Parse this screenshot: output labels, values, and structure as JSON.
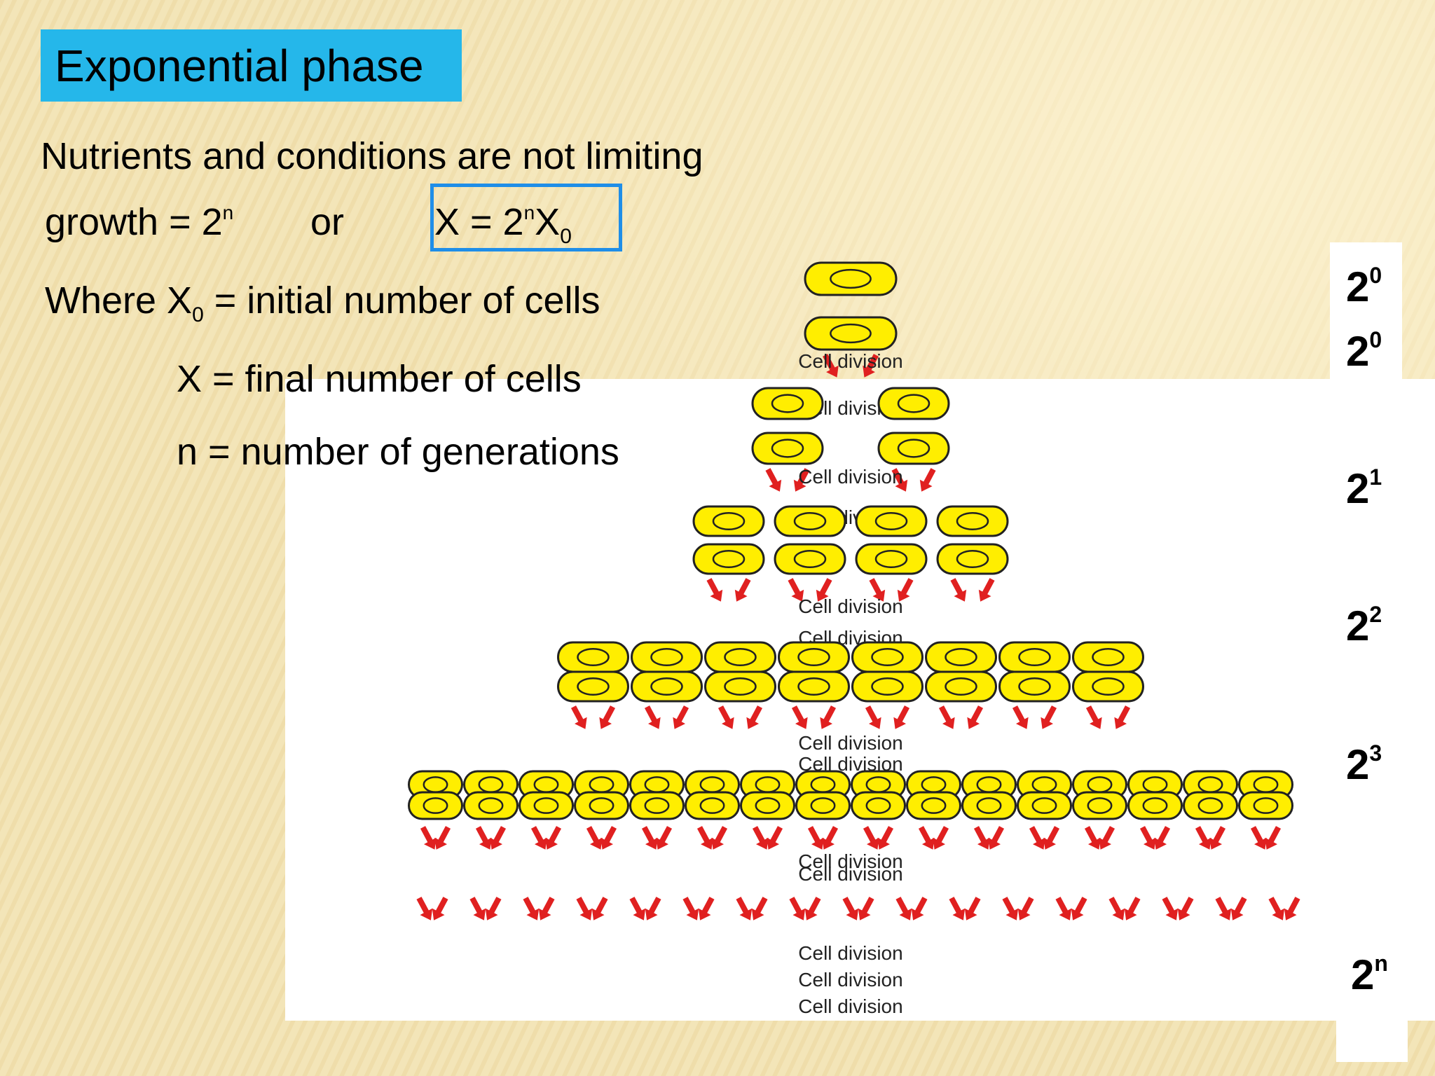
{
  "title": "Exponential phase",
  "lines": {
    "nutrients": "Nutrients and conditions are not limiting",
    "growth_prefix": "growth = 2",
    "growth_exp": "n",
    "or": "or",
    "formula": {
      "x": "X = 2",
      "exp": "n",
      "x2": "X",
      "sub": "0"
    },
    "where_prefix": "Where X",
    "where_sub": "0",
    "where_rest": " = initial number of cells",
    "final": "X  = final number of cells",
    "generations": "n = number of generations"
  },
  "diagram": {
    "division_label": "Cell division",
    "rows": [
      {
        "pairs": 1,
        "power_base": "2",
        "power_exp": "0"
      },
      {
        "pairs": 2,
        "power_base": "2",
        "power_exp": "1"
      },
      {
        "pairs": 4,
        "power_base": "2",
        "power_exp": "2"
      },
      {
        "pairs": 8,
        "power_base": "2",
        "power_exp": "3"
      },
      {
        "pairs": 16
      }
    ],
    "top_power": {
      "base": "2",
      "exp": "0"
    },
    "final_power": {
      "base": "2",
      "exp": "n"
    }
  },
  "colors": {
    "title_bg": "#25b7ea",
    "formula_border": "#1f8ee8",
    "cell_fill": "#ffee00",
    "arrow": "#e02020",
    "background": "#f3e5b8"
  }
}
